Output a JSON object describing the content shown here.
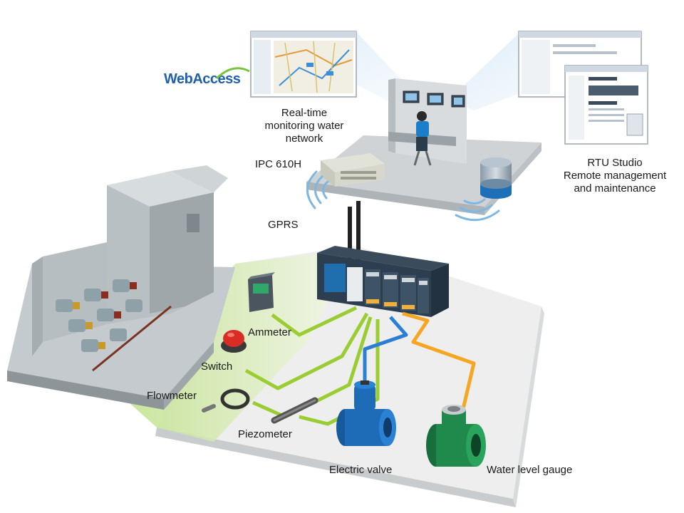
{
  "logo": {
    "text": "WebAccess",
    "brand_color": "#1f5fae",
    "swoosh_color": "#7cc242"
  },
  "labels": {
    "realtime_line1": "Real-time",
    "realtime_line2": "monitoring water",
    "realtime_line3": "network",
    "ipc": "IPC 610H",
    "gprs": "GPRS",
    "rtu_line1": "RTU Studio",
    "rtu_line2": "Remote management",
    "rtu_line3": "and maintenance",
    "ammeter": "Ammeter",
    "switch": "Switch",
    "flowmeter": "Flowmeter",
    "piezometer": "Piezometer",
    "electric_valve": "Electric valve",
    "water_level_gauge": "Water level gauge"
  },
  "colors": {
    "wire_green": "#9acd32",
    "wire_blue": "#2a7fd4",
    "wire_orange": "#f5a623",
    "platform": "#eeeeee",
    "field_green": "#cfe6a1",
    "building": "#a9b0b4",
    "rtu_body": "#2c3e4f",
    "valve_blue": "#1e6bb8",
    "gauge_green": "#1f8a4c"
  }
}
